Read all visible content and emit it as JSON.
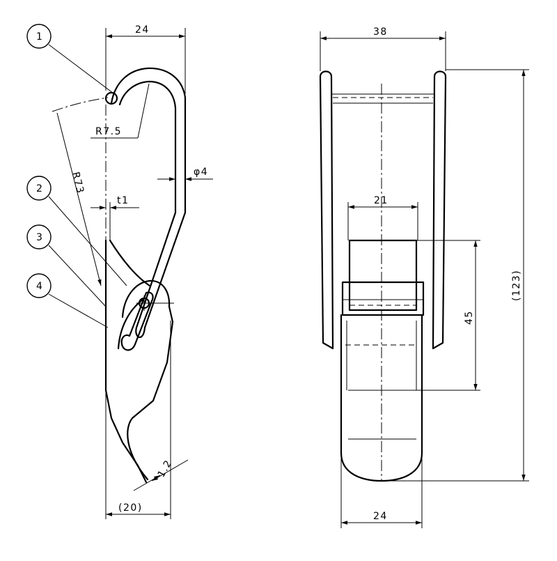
{
  "side_view": {
    "dims": {
      "width_top": "24",
      "radius_tip": "R7.5",
      "radius_arc": "R73",
      "wire_dia": "φ4",
      "thickness": "t1",
      "thickness_tip": "1.2",
      "width_bottom": "(20)"
    },
    "balloons": [
      "1",
      "2",
      "3",
      "4"
    ]
  },
  "front_view": {
    "dims": {
      "width_top": "38",
      "width_mid": "21",
      "width_bottom": "24",
      "height_total": "(123)",
      "height_catch": "45"
    }
  }
}
